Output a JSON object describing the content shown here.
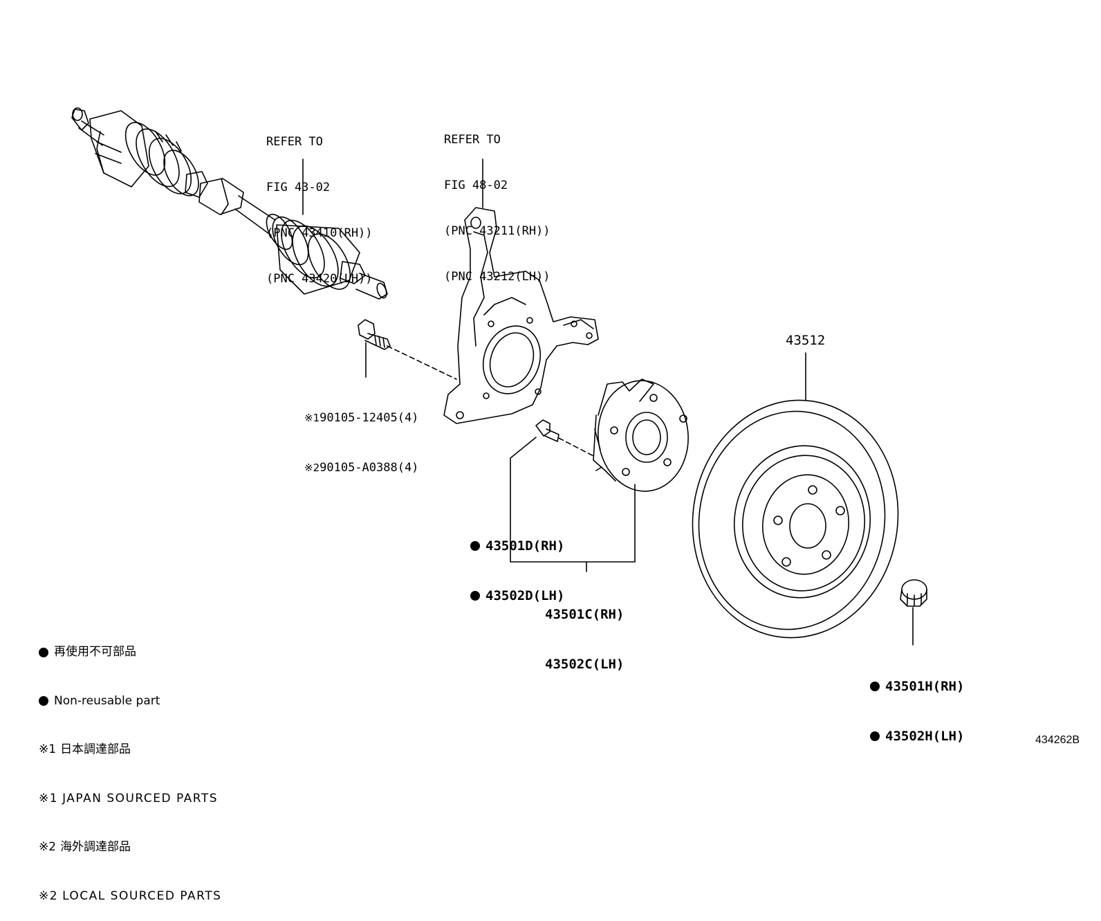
{
  "refs": {
    "driveshaft": [
      "REFER TO",
      "FIG 43-02",
      "(PNC 43410(RH))",
      "(PNC 43420(LH))"
    ],
    "knuckle": [
      "REFER TO",
      "FIG 48-02",
      "(PNC 43211(RH))",
      "(PNC 43212(LH))"
    ]
  },
  "parts": {
    "rotor": "43512",
    "bolt_1_mark": "※1",
    "bolt_1": "90105-12405(4)",
    "bolt_2_mark": "※2",
    "bolt_2": "90105-A0388(4)",
    "hub_bolt_rh": "43501D(RH)",
    "hub_bolt_lh": "43502D(LH)",
    "hub_rh": "43501C(RH)",
    "hub_lh": "43502C(LH)",
    "nut_rh": "43501H(RH)",
    "nut_lh": "43502H(LH)"
  },
  "legend": {
    "nonreuse_jp": "再使用不可部品",
    "nonreuse_en": "Non-reusable part",
    "mark1": "※1",
    "mark2": "※2",
    "japan_jp": "日本調達部品",
    "japan_en": "JAPAN SOURCED PARTS",
    "local_jp": "海外調達部品",
    "local_en": "LOCAL SOURCED PARTS"
  },
  "figure_number": "434262B"
}
